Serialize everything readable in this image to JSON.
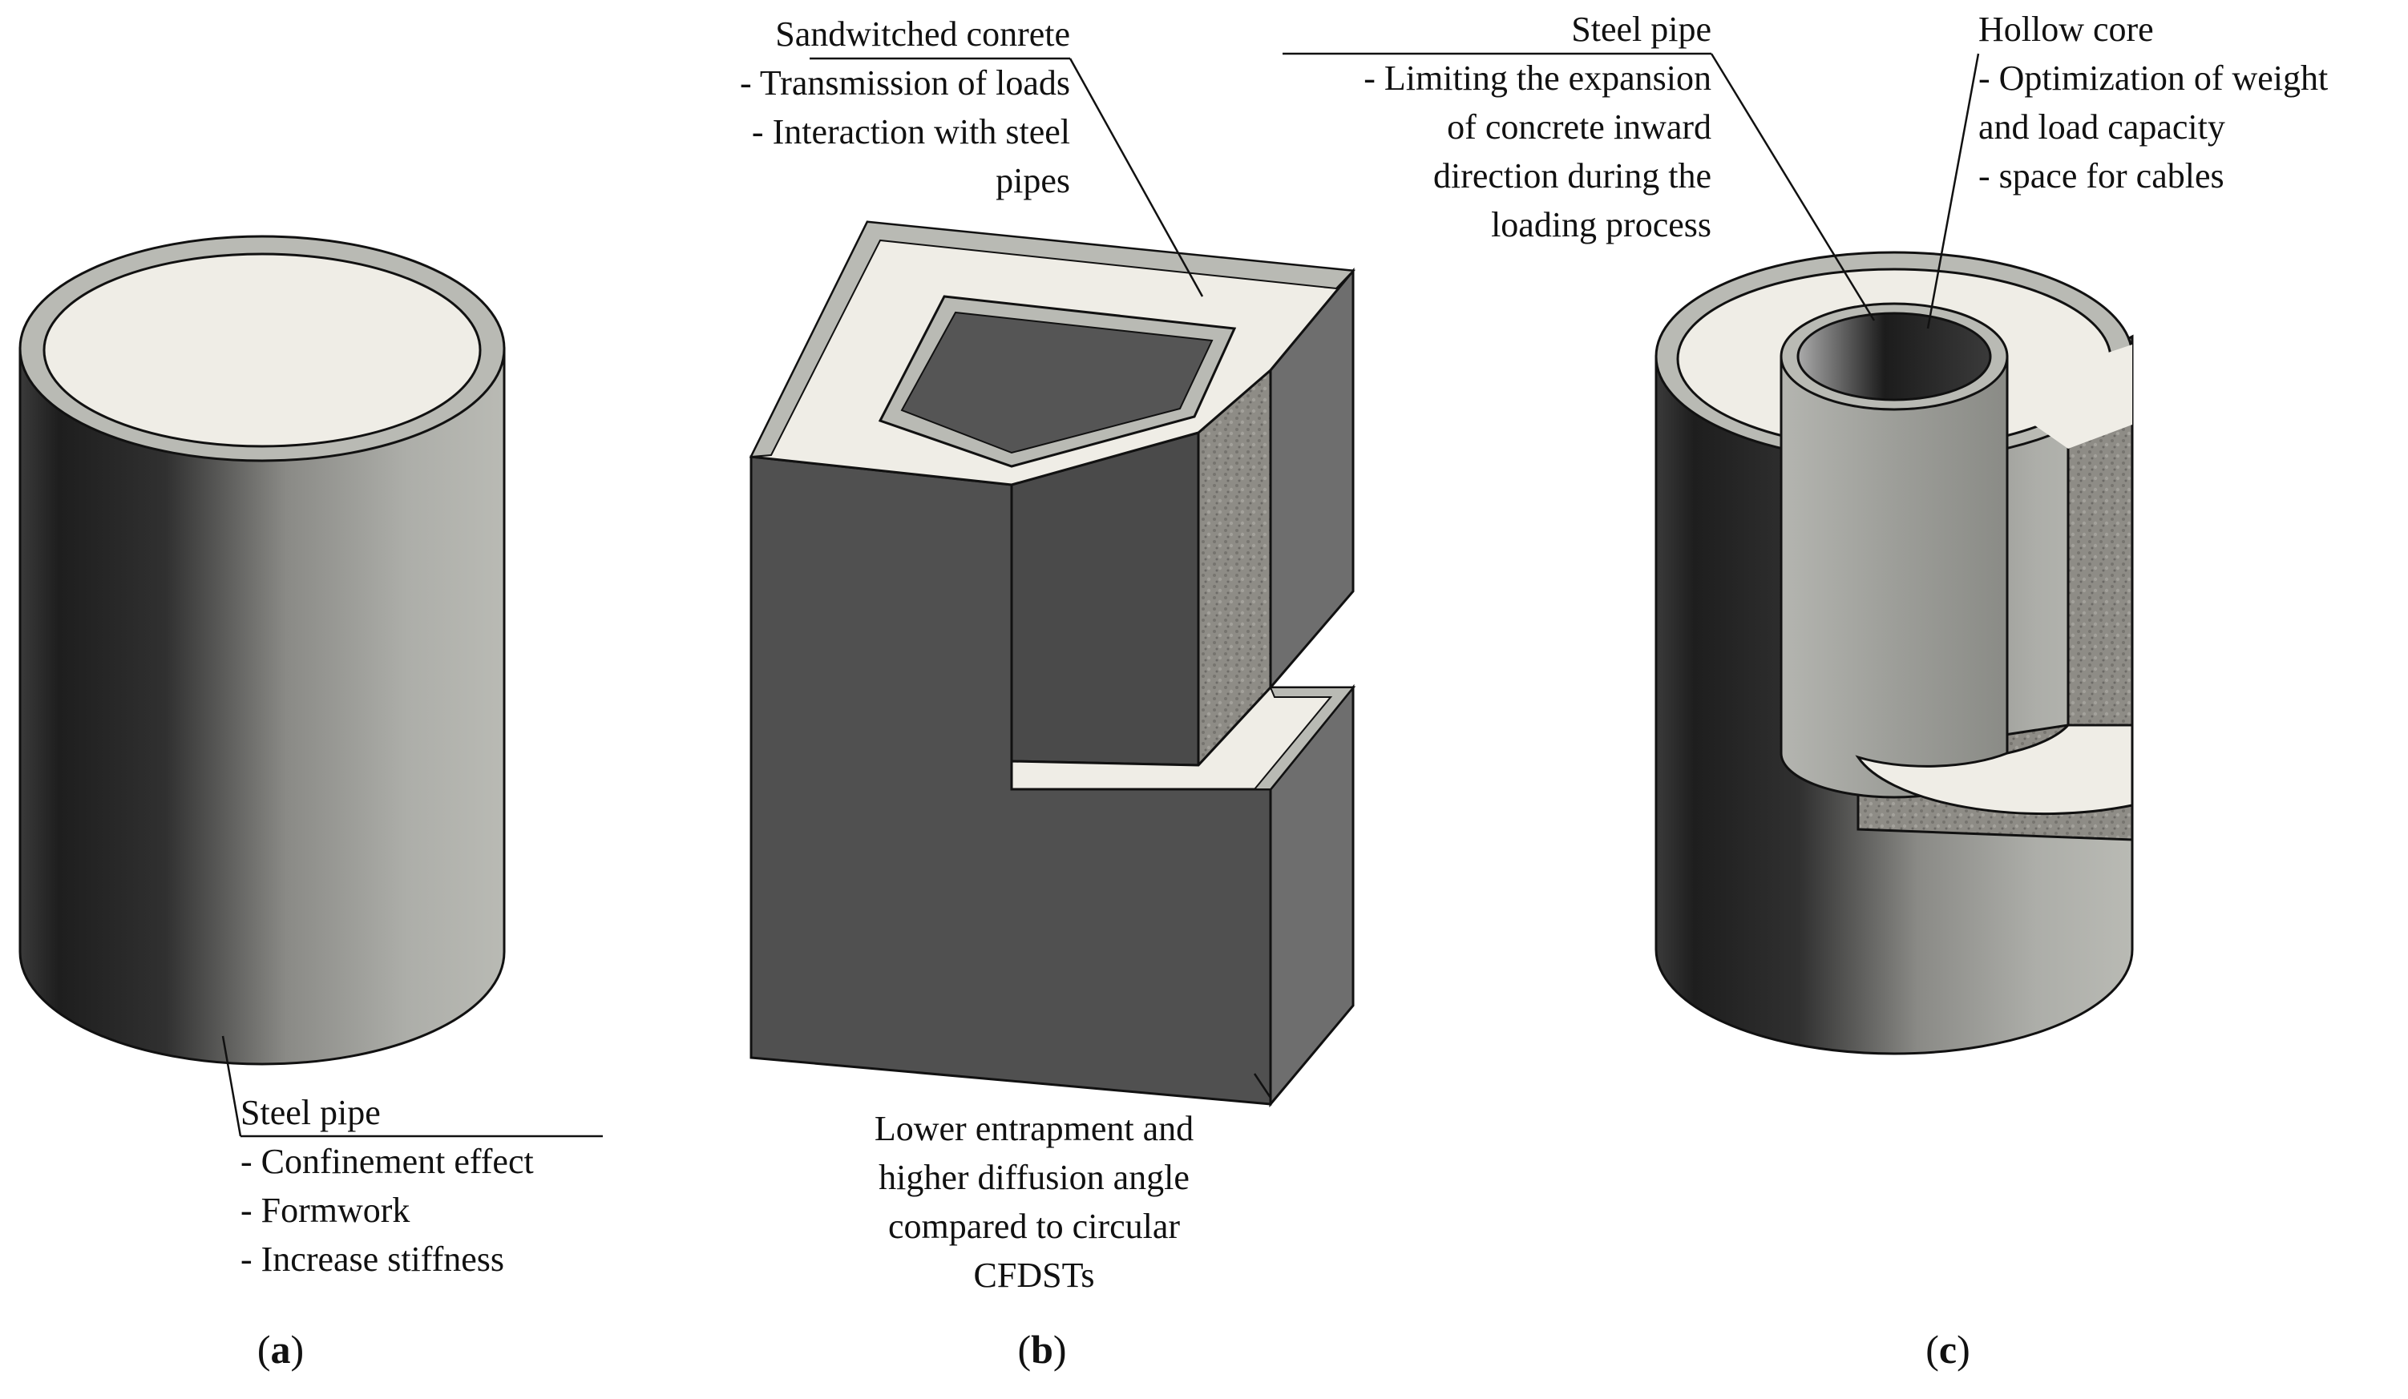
{
  "panels": {
    "a": {
      "caption_letter": "a",
      "title": "Steel pipe",
      "lines": [
        "- Confinement effect",
        "- Formwork",
        "- Increase stiffness"
      ]
    },
    "b": {
      "caption_letter": "b",
      "top_title": "Sandwitched conrete",
      "top_lines": [
        "- Transmission of loads",
        "- Interaction with steel",
        "pipes"
      ],
      "bottom_lines": [
        "Lower entrapment and",
        "higher diffusion angle",
        "compared to circular",
        "CFDSTs"
      ]
    },
    "c": {
      "caption_letter": "c",
      "pipe_title": "Steel pipe",
      "pipe_lines": [
        "- Limiting the expansion",
        "of concrete inward",
        "direction during the",
        "loading process"
      ],
      "core_title": "Hollow core",
      "core_lines": [
        "- Optimization of weight",
        "and load capacity",
        "- space for cables"
      ]
    }
  },
  "colors": {
    "concrete": "#efede6",
    "steel_rim": "#b9bab4",
    "steel_dark": "#2f2f2f",
    "steel_light": "#b4b5af",
    "box_front": "#505050",
    "box_side": "#6e6e6e",
    "cut_texture": "#8c8a84",
    "inner_void": "#4a4a4a"
  }
}
